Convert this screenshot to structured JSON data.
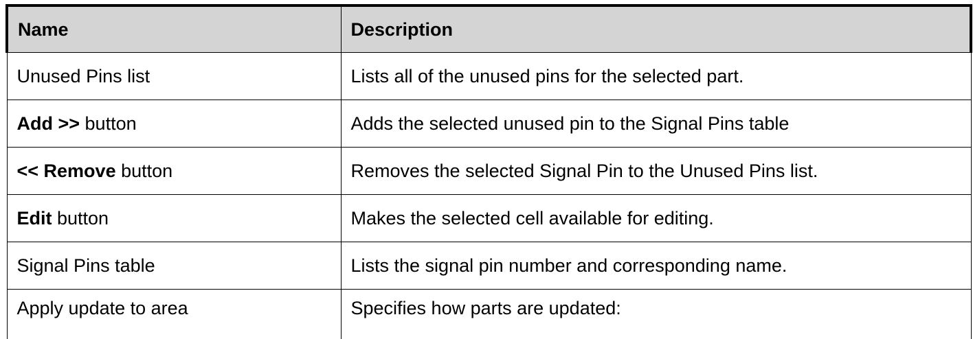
{
  "table": {
    "headers": {
      "name": "Name",
      "description": "Description"
    },
    "rows": [
      {
        "name_bold": "",
        "name_rest": "Unused Pins list",
        "description": "Lists all of the unused pins for the selected part."
      },
      {
        "name_bold": "Add >>",
        "name_rest": " button",
        "description": "Adds the selected unused pin to the Signal Pins table"
      },
      {
        "name_bold": "<< Remove",
        "name_rest": " button",
        "description": "Removes the selected Signal Pin to the Unused Pins list."
      },
      {
        "name_bold": "Edit",
        "name_rest": " button",
        "description": "Makes the selected cell available for editing."
      },
      {
        "name_bold": "",
        "name_rest": "Signal Pins table",
        "description": "Lists the signal pin number and corresponding name."
      },
      {
        "name_bold": "",
        "name_rest": "Apply update to area",
        "description": "Specifies how parts are updated:"
      }
    ]
  }
}
